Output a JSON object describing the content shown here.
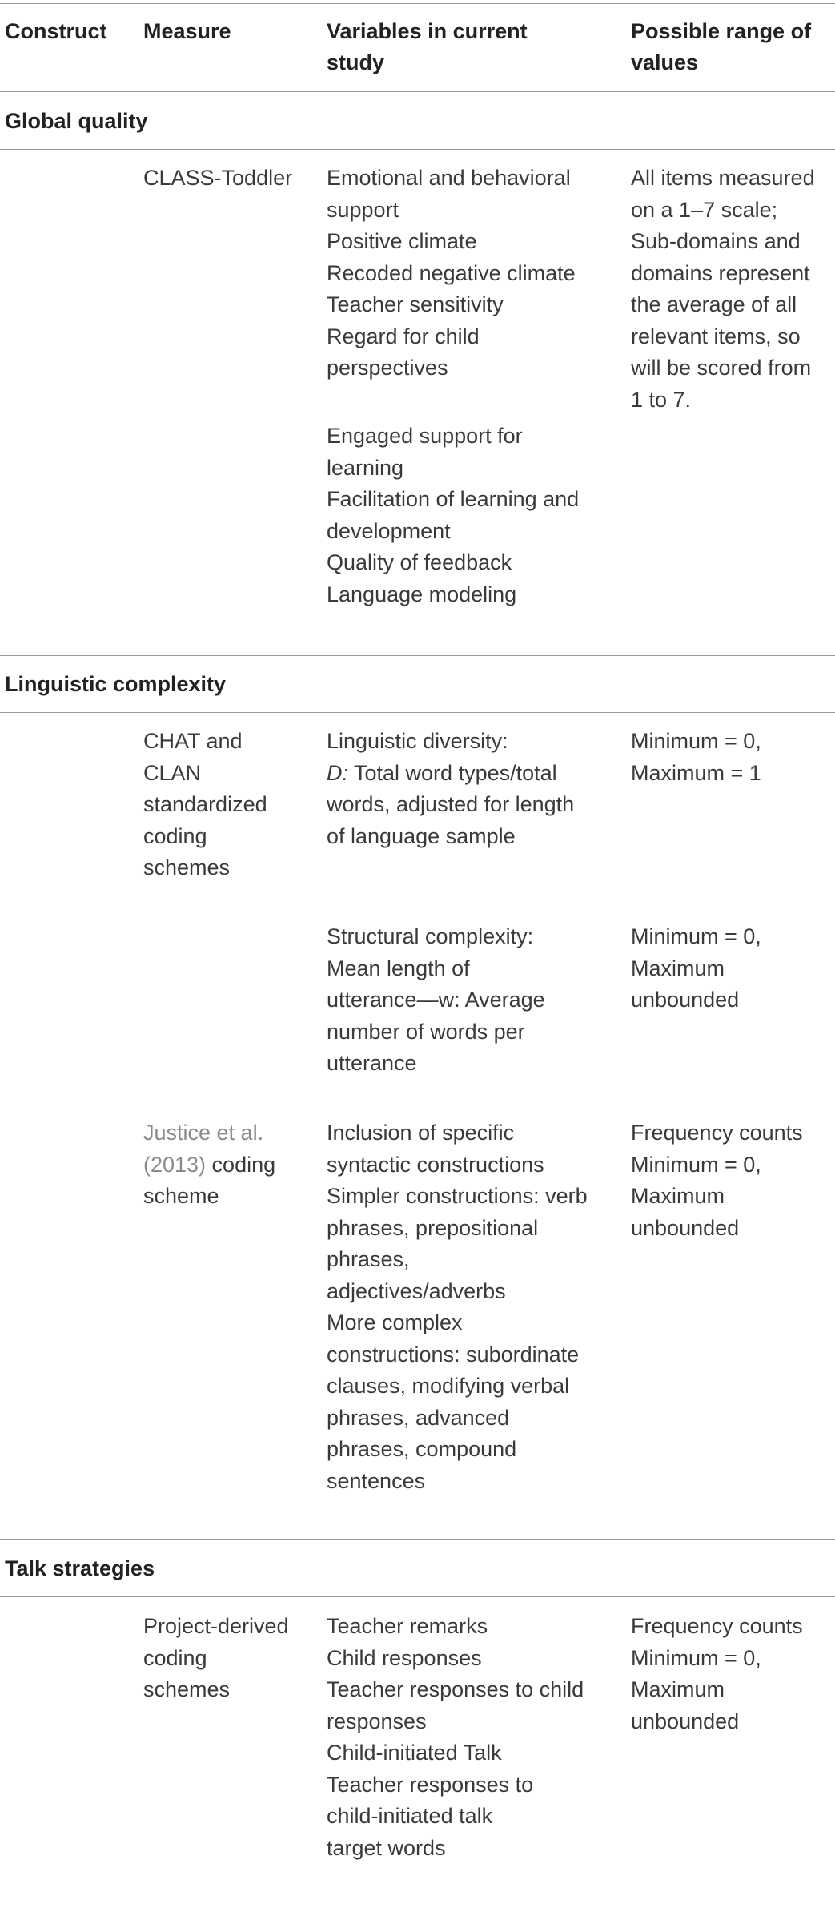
{
  "header": {
    "construct": "Construct",
    "measure": "Measure",
    "variables_line1": "Variables in current",
    "variables_line2": "study",
    "range_line1": "Possible range of",
    "range_line2": "values"
  },
  "sections": {
    "global_quality": {
      "title": "Global quality",
      "measure": "CLASS-Toddler",
      "variables_group1": [
        "Emotional and behavioral",
        "support",
        "Positive climate",
        "Recoded negative climate",
        "Teacher sensitivity",
        "Regard for child",
        "perspectives"
      ],
      "variables_group2": [
        "Engaged support for",
        "learning",
        "Facilitation of learning and",
        "development",
        "Quality of feedback",
        "Language modeling"
      ],
      "range": [
        "All items measured",
        "on a 1–7 scale;",
        "Sub-domains and",
        "domains represent",
        "the average of all",
        "relevant items, so",
        "will be scored from",
        "1 to 7."
      ]
    },
    "linguistic_complexity": {
      "title": "Linguistic complexity",
      "measure1": [
        "CHAT and",
        "CLAN",
        "standardized",
        "coding",
        "schemes"
      ],
      "diversity_label": "Linguistic diversity:",
      "diversity_d": "D:",
      "diversity_d_rest": " Total word types/total",
      "diversity_rest": [
        "words, adjusted for length",
        "of language sample"
      ],
      "diversity_range": [
        "Minimum = 0,",
        "Maximum = 1"
      ],
      "structural": [
        "Structural complexity:",
        "Mean length of",
        "utterance—w: Average",
        "number of words per",
        "utterance"
      ],
      "structural_range": [
        "Minimum = 0,",
        "Maximum",
        "unbounded"
      ],
      "measure2_ref_line1": "Justice et al.",
      "measure2_ref_year": "(2013)",
      "measure2_rest_line2": " coding",
      "measure2_line3": "scheme",
      "syntactic": [
        "Inclusion of specific",
        "syntactic constructions",
        "Simpler constructions: verb",
        "phrases, prepositional",
        "phrases,",
        "adjectives/adverbs",
        "More complex",
        "constructions: subordinate",
        "clauses, modifying verbal",
        "phrases, advanced",
        "phrases, compound",
        "sentences"
      ],
      "syntactic_range": [
        "Frequency counts",
        "Minimum = 0,",
        "Maximum",
        "unbounded"
      ]
    },
    "talk_strategies": {
      "title": "Talk strategies",
      "measure": [
        "Project-derived",
        "coding",
        "schemes"
      ],
      "variables": [
        "Teacher remarks",
        "Child responses",
        "Teacher responses to child",
        "responses",
        "Child-initiated Talk",
        "Teacher responses to",
        "child-initiated talk",
        "target words"
      ],
      "range": [
        "Frequency counts",
        "Minimum = 0,",
        "Maximum",
        "unbounded"
      ]
    }
  }
}
